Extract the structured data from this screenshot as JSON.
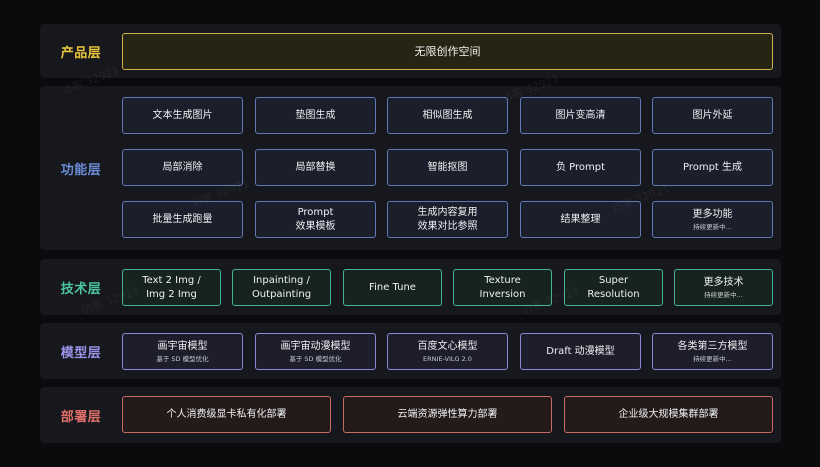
{
  "colors": {
    "product": "#e8c53a",
    "function": "#6b8cd8",
    "tech": "#4ec59e",
    "model": "#9b93e8",
    "deploy": "#e0706a"
  },
  "product_layer": {
    "label": "产品层",
    "items": [
      "无限创作空间"
    ]
  },
  "function_layer": {
    "label": "功能层",
    "items": [
      {
        "title": "文本生成图片"
      },
      {
        "title": "垫图生成"
      },
      {
        "title": "相似图生成"
      },
      {
        "title": "图片变高清"
      },
      {
        "title": "图片外延"
      },
      {
        "title": "局部消除"
      },
      {
        "title": "局部替换"
      },
      {
        "title": "智能抠图"
      },
      {
        "title": "负 Prompt"
      },
      {
        "title": "Prompt 生成"
      },
      {
        "title": "批量生成跑量"
      },
      {
        "title": "Prompt",
        "title2": "效果模板"
      },
      {
        "title": "生成内容复用",
        "title2": "效果对比参照"
      },
      {
        "title": "结果整理"
      },
      {
        "title": "更多功能",
        "sub": "持续更新中..."
      }
    ]
  },
  "tech_layer": {
    "label": "技术层",
    "items": [
      {
        "title": "Text 2 Img /",
        "title2": "Img 2 Img"
      },
      {
        "title": "Inpainting /",
        "title2": "Outpainting"
      },
      {
        "title": "Fine Tune"
      },
      {
        "title": "Texture",
        "title2": "Inversion"
      },
      {
        "title": "Super",
        "title2": "Resolution"
      },
      {
        "title": "更多技术",
        "sub": "持续更新中..."
      }
    ]
  },
  "model_layer": {
    "label": "模型层",
    "items": [
      {
        "title": "画宇宙模型",
        "sub": "基于 SD 模型优化"
      },
      {
        "title": "画宇宙动漫模型",
        "sub": "基于 SD 模型优化"
      },
      {
        "title": "百度文心模型",
        "sub": "ERNIE-VILG 2.0"
      },
      {
        "title": "Draft 动漫模型"
      },
      {
        "title": "各类第三方模型",
        "sub": "持续更新中..."
      }
    ]
  },
  "deploy_layer": {
    "label": "部署层",
    "items": [
      "个人消费级显卡私有化部署",
      "云端资源弹性算力部署",
      "企业级大规模集群部署"
    ]
  },
  "watermark": "访客 32921"
}
